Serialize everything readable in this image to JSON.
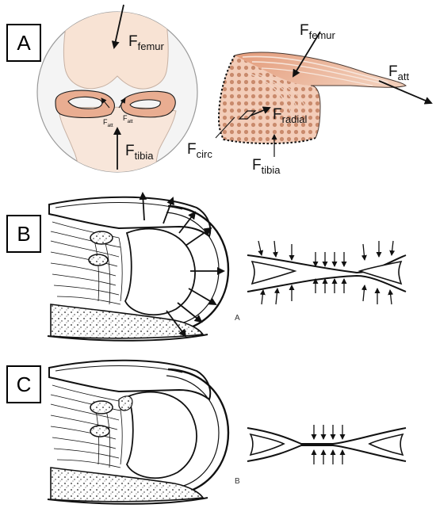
{
  "panels": {
    "a": {
      "label": "A"
    },
    "b": {
      "label": "B"
    },
    "c": {
      "label": "C"
    }
  },
  "forces": {
    "femur": {
      "base": "F",
      "sub": "femur"
    },
    "tibia": {
      "base": "F",
      "sub": "tibia"
    },
    "att": {
      "base": "F",
      "sub": "att"
    },
    "radial": {
      "base": "F",
      "sub": "radial"
    },
    "circ": {
      "base": "F",
      "sub": "circ"
    }
  },
  "sublabels": {
    "top": "A",
    "bottom": "B"
  },
  "colors": {
    "meniscus": "#e7a98c",
    "meniscus_light": "#f6dccf",
    "bone": "#f8e6da",
    "outline": "#1a1a1a",
    "circle_bg": "#f2f2f2"
  }
}
